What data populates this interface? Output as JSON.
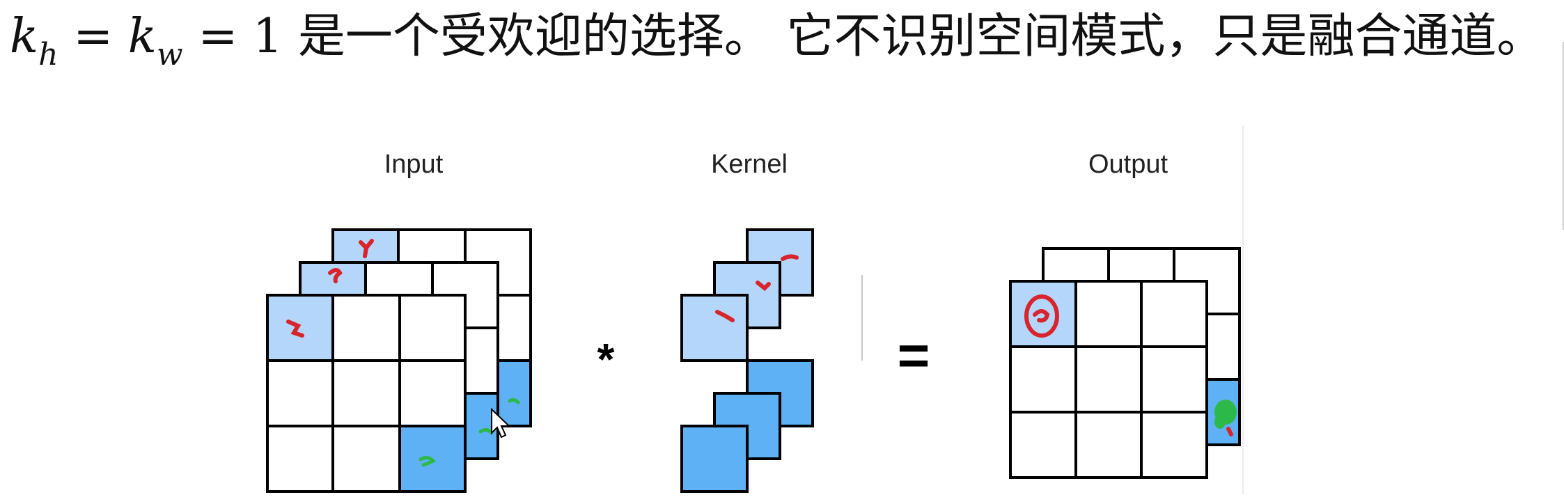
{
  "caption": {
    "math_k": "k",
    "sub_h": "h",
    "sub_w": "w",
    "eq": "=",
    "one": "1",
    "text": "是一个受欢迎的选择。 它不识别空间模式，只是融合通道。"
  },
  "diagram": {
    "input_label": "Input",
    "kernel_label": "Kernel",
    "output_label": "Output",
    "operator": "*",
    "equals": "=",
    "colors": {
      "light_cell": "#b3d6fa",
      "dark_cell": "#5eb1f5",
      "grid_line": "#000000",
      "ink_red": "#d8242c",
      "ink_green": "#2db84a"
    },
    "input": {
      "channels": 3,
      "rows": 3,
      "cols": 3
    },
    "kernel": {
      "channels": 3,
      "shape": "1x1"
    },
    "output": {
      "channels": 2,
      "rows": 3,
      "cols": 3
    }
  }
}
